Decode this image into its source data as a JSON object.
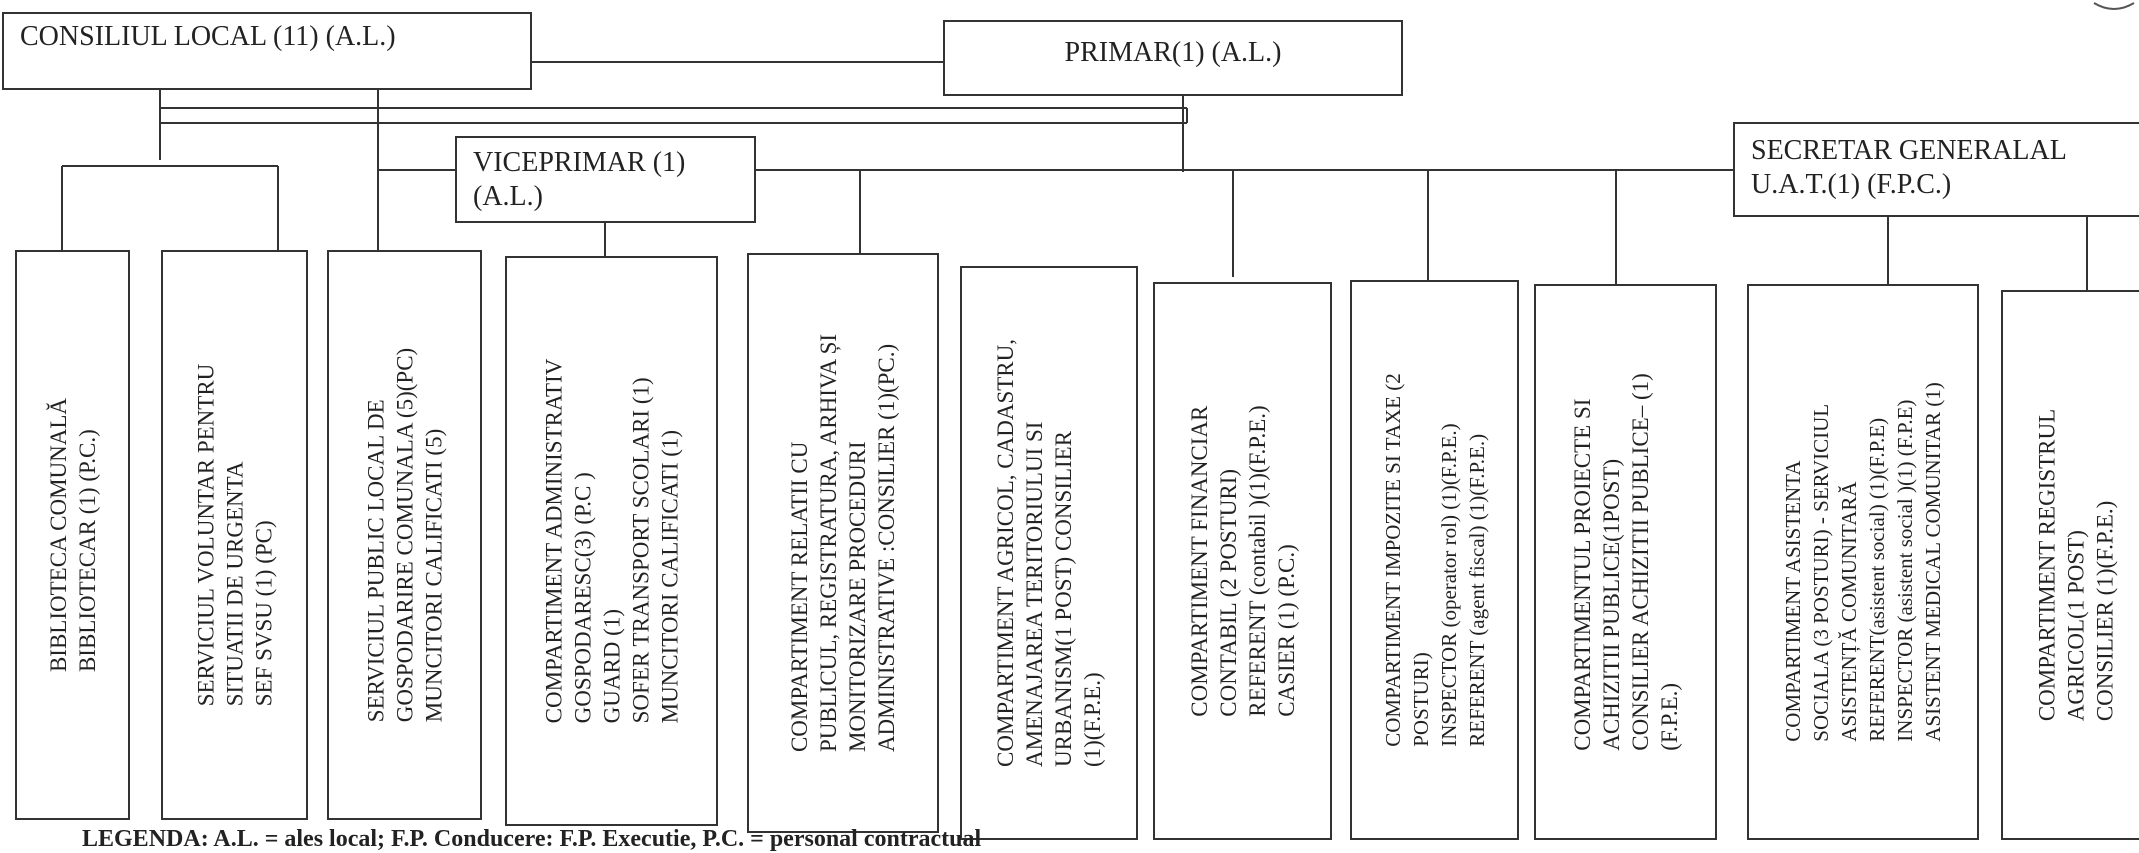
{
  "top_boxes": {
    "consiliu": "CONSILIUL  LOCAL (11) (A.L.)",
    "primar": "PRIMAR(1) (A.L.)",
    "viceprimar_l1": "VICEPRIMAR (1)",
    "viceprimar_l2": "(A.L.)",
    "secretar_l1": "SECRETAR GENERALAL",
    "secretar_l2": "U.A.T.(1) (F.P.C.)"
  },
  "departments": [
    {
      "lines": [
        "BIBLIOTECA  COMUNALĂ",
        "BIBLIOTECAR  (1) (P.C.)"
      ]
    },
    {
      "lines": [
        "SERVICIUL  VOLUNTAR PENTRU",
        "SITUATII DE URGENTA",
        "SEF SVSU (1) (PC)"
      ]
    },
    {
      "lines": [
        "SERVICIUL PUBLIC LOCAL DE",
        "GOSPODARIRE COMUNALA (5)(PC)",
        "MUNCITORI CALIFICATI  (5)"
      ]
    },
    {
      "lines": [
        "COMPARTIMENT   ADMINISTRATIV",
        "GOSPODARESC(3) (P.C )",
        "GUARD     (1)",
        "SOFER TRANSPORT SCOLARI   (1)",
        "MUNCITORI CALIFICATI  (1)"
      ]
    },
    {
      "lines": [
        "COMPARTIMENT RELATII CU",
        "PUBLICUL, REGISTRATURA, ARHIVA ȘI",
        "MONITORIZARE PROCEDURI",
        "ADMINISTRATIVE :CONSILIER  (1)(PC.)"
      ]
    },
    {
      "lines": [
        "COMPARTIMENT AGRICOL, CADASTRU,",
        "AMENAJAREA TERITORIULUI SI",
        "URBANISM(1 POST)   CONSILIER",
        "(1)(F.P.E.)"
      ]
    },
    {
      "lines": [
        "COMPARTIMENT FINANCIAR",
        "CONTABIL (2 POSTURI)",
        "REFERENT  (contabil )(1)(F.P.E.)",
        "CASIER (1) (P.C.)"
      ]
    },
    {
      "lines": [
        "COMPARTIMENT IMPOZITE SI TAXE (2",
        "POSTURI)",
        "INSPECTOR (operator rol)  (1)(F.P.E.)",
        "REFERENT  (agent fiscal) (1)(F.P.E.)"
      ]
    },
    {
      "lines": [
        "COMPARTIMENTUL PROIECTE SI",
        "ACHIZITII PUBLICE(1POST)",
        "CONSILIER  ACHIZITII PUBLICE– (1)",
        "(F.P.E.)"
      ]
    },
    {
      "lines": [
        "COMPARTIMENT ASISTENTA",
        "SOCIALA   (3 POSTURI) - SERVICIUL",
        "ASISTENȚĂ COMUNITARĂ",
        "REFERENT(asistent social) (1)(F.P.E)",
        "INSPECTOR  (asistent social )(1) (F.P.E)",
        "ASISTENT MEDICAL COMUNITAR (1)"
      ]
    },
    {
      "lines": [
        "COMPARTIMENT  REGISTRUL",
        "AGRICOL(1 POST)",
        "CONSILIER   (1)(F.P.E.)"
      ]
    }
  ],
  "legend": "LEGENDA: A.L. = ales local; F.P. Conducere: F.P. Executie, P.C. = personal contractual"
}
